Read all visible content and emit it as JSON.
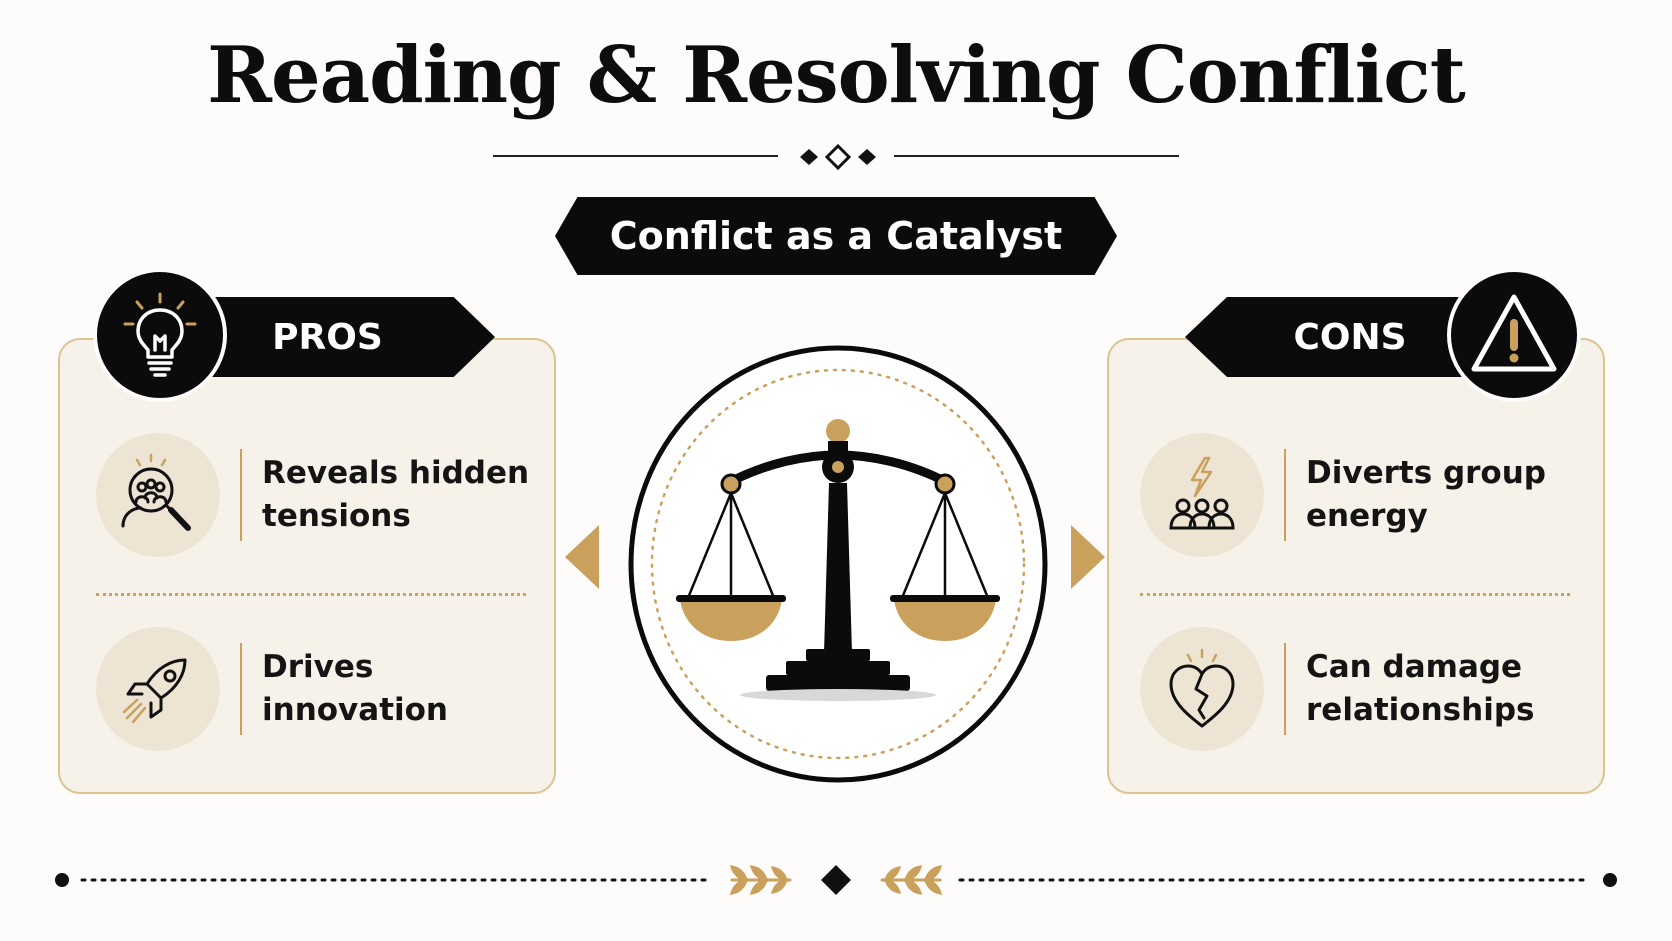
{
  "title": "Reading & Resolving Conflict",
  "banner": "Conflict as a Catalyst",
  "pros": {
    "label": "PROS",
    "badge_icon": "lightbulb-icon",
    "items": [
      {
        "text": "Reveals hidden tensions",
        "icon": "people-magnifier-icon"
      },
      {
        "text": "Drives innovation",
        "icon": "rocket-icon"
      }
    ]
  },
  "cons": {
    "label": "CONS",
    "badge_icon": "warning-triangle-icon",
    "items": [
      {
        "text": "Diverts group energy",
        "icon": "lightning-group-icon"
      },
      {
        "text": "Can damage relationships",
        "icon": "broken-heart-icon"
      }
    ]
  },
  "center_icon": "balance-scale-icon",
  "colors": {
    "ink": "#0b0b0b",
    "gold": "#c9a15c",
    "panel": "#f6f2ea",
    "circle": "#ede4d4",
    "background": "#fdfcfa"
  }
}
